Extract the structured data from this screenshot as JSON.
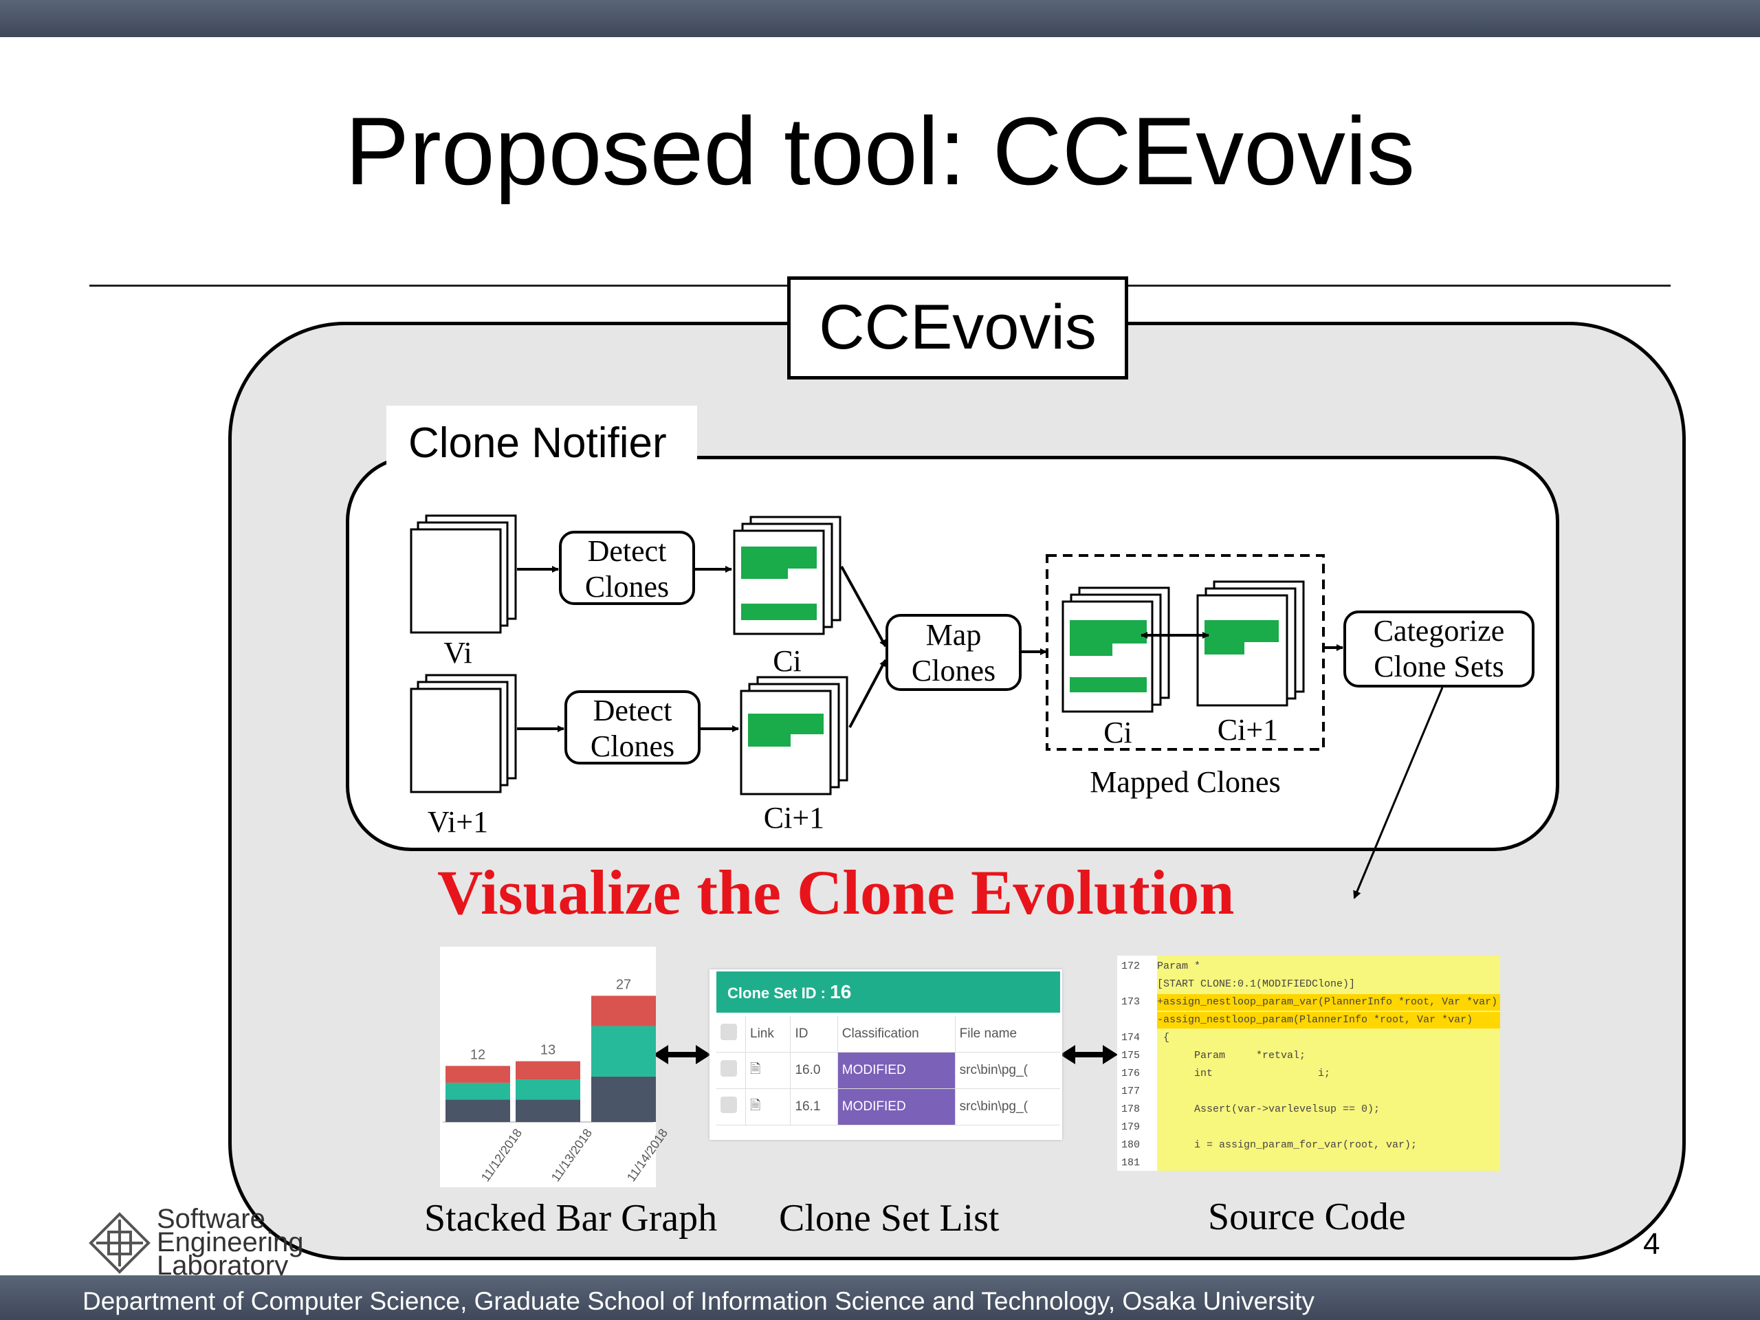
{
  "slide": {
    "title": "Proposed tool: CCEvovis",
    "page_number": "4",
    "footer": "Department of Computer Science, Graduate School of Information Science and Technology, Osaka University",
    "logo_lines": [
      "Software",
      "Engineering",
      "Laboratory"
    ]
  },
  "diagram": {
    "tool_label": "CCEvovis",
    "notifier_label": "Clone Notifier",
    "v_i": "Vi",
    "v_i1": "Vi+1",
    "detect_clones_1": [
      "Detect",
      "Clones"
    ],
    "detect_clones_2": [
      "Detect",
      "Clones"
    ],
    "c_i": "Ci",
    "c_i1": "Ci+1",
    "map_clones": [
      "Map",
      "Clones"
    ],
    "mapped_ci": "Ci",
    "mapped_ci1": "Ci+1",
    "mapped_clones": "Mapped Clones",
    "categorize": [
      "Categorize",
      "Clone Sets"
    ],
    "visualize": "Visualize the Clone Evolution",
    "captions": {
      "bar": "Stacked Bar Graph",
      "list": "Clone Set List",
      "code": "Source Code"
    }
  },
  "chart_data": {
    "type": "bar",
    "categories": [
      "11/12/2018",
      "11/13/2018",
      "11/14/2018"
    ],
    "totals": [
      12,
      13,
      27
    ],
    "colors": [
      "#d9534f",
      "#26b99a",
      "#4a5568"
    ]
  },
  "clone_list": {
    "header_label": "Clone Set ID : ",
    "header_id": "16",
    "columns": [
      "Link",
      "ID",
      "Classification",
      "File name"
    ],
    "rows": [
      {
        "id": "16.0",
        "classification": "MODIFIED",
        "file": "src\\bin\\pg_("
      },
      {
        "id": "16.1",
        "classification": "MODIFIED",
        "file": "src\\bin\\pg_("
      }
    ]
  },
  "source_code": {
    "lines": [
      {
        "n": "172",
        "t": "Param *"
      },
      {
        "n": "",
        "t": "[START CLONE:0.1(MODIFIEDClone)]"
      },
      {
        "n": "173",
        "t": "+assign_nestloop_param_var(PlannerInfo *root, Var *var)"
      },
      {
        "n": "",
        "t": "-assign_nestloop_param(PlannerInfo *root, Var *var)"
      },
      {
        "n": "174",
        "t": " {"
      },
      {
        "n": "175",
        "t": "      Param     *retval;"
      },
      {
        "n": "176",
        "t": "      int                 i;"
      },
      {
        "n": "177",
        "t": ""
      },
      {
        "n": "178",
        "t": "      Assert(var->varlevelsup == 0);"
      },
      {
        "n": "179",
        "t": ""
      },
      {
        "n": "180",
        "t": "      i = assign_param_for_var(root, var);"
      },
      {
        "n": "181",
        "t": ""
      }
    ]
  }
}
